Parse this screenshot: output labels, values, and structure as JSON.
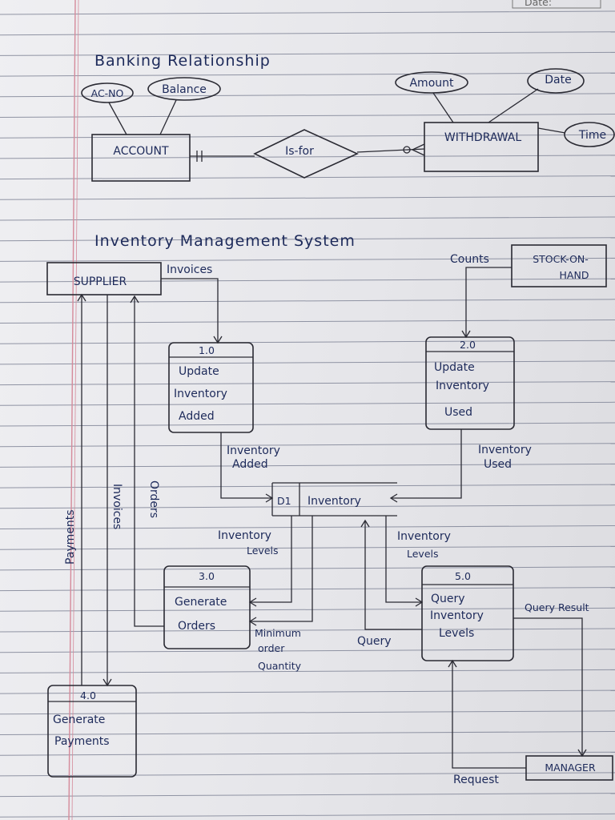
{
  "corner_label": "Date:",
  "banking": {
    "title": "Banking Relationship",
    "account": "ACCOUNT",
    "acno": "AC-NO",
    "balance": "Balance",
    "relation": "Is-for",
    "withdrawal": "WITHDRAWAL",
    "amount": "Amount",
    "date": "Date",
    "time": "Time"
  },
  "inventory": {
    "title": "Inventory Management System",
    "supplier": "SUPPLIER",
    "stock": [
      "STOCK-ON-",
      "HAND"
    ],
    "manager": "MANAGER",
    "datastore": {
      "id": "D1",
      "name": "Inventory"
    },
    "processes": [
      {
        "id": "1.0",
        "lines": [
          "Update",
          "Inventory",
          "Added"
        ]
      },
      {
        "id": "2.0",
        "lines": [
          "Update",
          "Inventory",
          "Used"
        ]
      },
      {
        "id": "3.0",
        "lines": [
          "Generate",
          "Orders"
        ]
      },
      {
        "id": "4.0",
        "lines": [
          "Generate",
          "Payments"
        ]
      },
      {
        "id": "5.0",
        "lines": [
          "Query",
          "Inventory",
          "Levels"
        ]
      }
    ],
    "flows": {
      "invoices_top": "Invoices",
      "counts": "Counts",
      "inv_added": [
        "Inventory",
        "Added"
      ],
      "inv_used": [
        "Inventory",
        "Used"
      ],
      "inv_levels_left": [
        "Inventory",
        "Levels"
      ],
      "inv_levels_right": [
        "Inventory",
        "Levels"
      ],
      "payments": "Payments",
      "invoices_v": "Invoices",
      "orders": "Orders",
      "min_order": [
        "Minimum",
        "order",
        "Quantity"
      ],
      "query": "Query",
      "query_result": "Query Result",
      "request": "Request"
    }
  }
}
